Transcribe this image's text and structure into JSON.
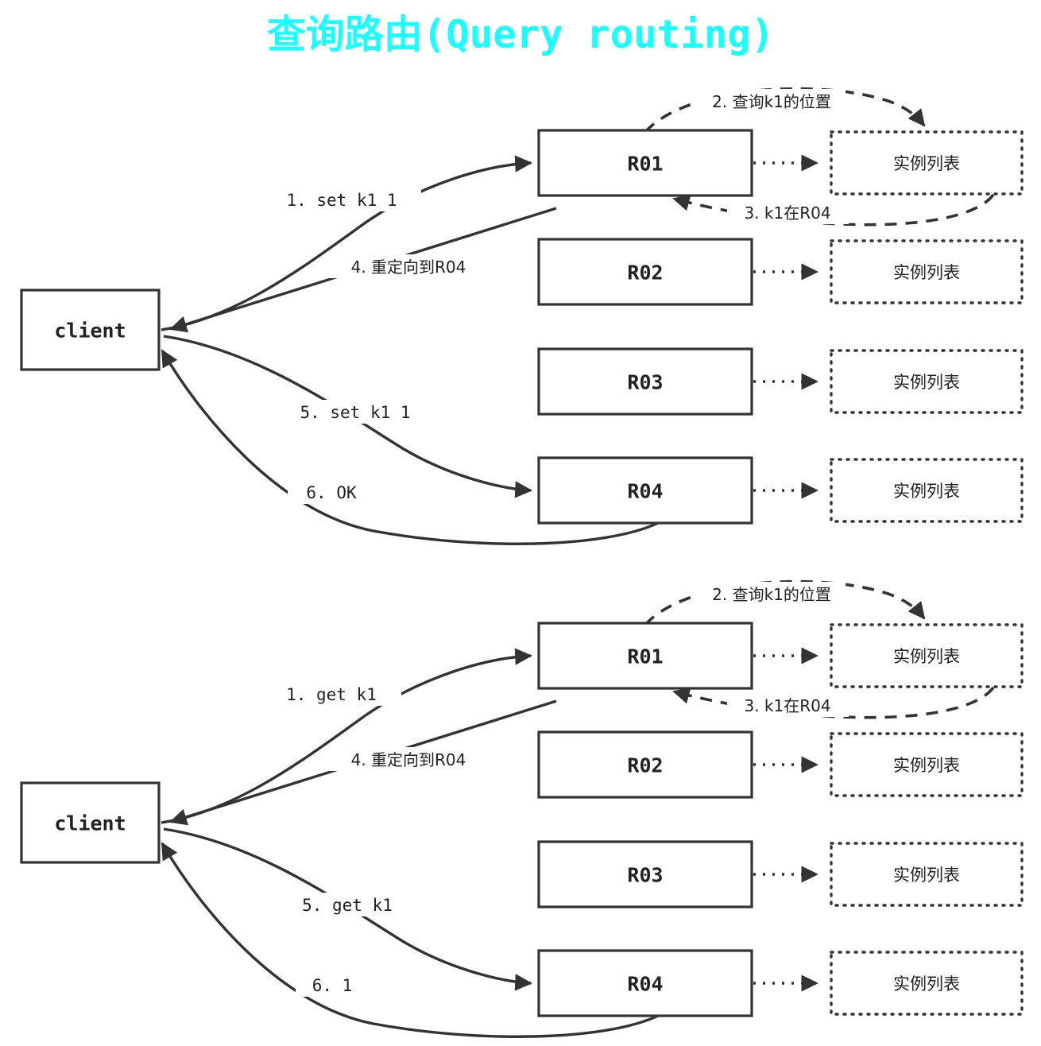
{
  "title": "查询路由(Query routing)",
  "colors": {
    "title": "#19ffff",
    "stroke": "#333333",
    "background": "#ffffff",
    "text": "#222222"
  },
  "diagram": {
    "type": "flow-sequence",
    "panels": [
      {
        "id": "write-flow",
        "client": {
          "label": "client"
        },
        "nodes": [
          {
            "id": "r01",
            "label": "R01"
          },
          {
            "id": "r02",
            "label": "R02"
          },
          {
            "id": "r03",
            "label": "R03"
          },
          {
            "id": "r04",
            "label": "R04"
          }
        ],
        "instance_lists": [
          {
            "label": "实例列表"
          },
          {
            "label": "实例列表"
          },
          {
            "label": "实例列表"
          },
          {
            "label": "实例列表"
          }
        ],
        "edges": [
          {
            "step": 1,
            "label": "1. set k1 1",
            "from": "client",
            "to": "r01",
            "style": "solid"
          },
          {
            "step": 2,
            "label": "2. 查询k1的位置",
            "from": "r01",
            "to": "instance-list-1",
            "style": "dashed"
          },
          {
            "step": 3,
            "label": "3. k1在R04",
            "from": "instance-list-1",
            "to": "r01",
            "style": "dashed"
          },
          {
            "step": 4,
            "label": "4. 重定向到R04",
            "from": "r01",
            "to": "client",
            "style": "solid"
          },
          {
            "step": 5,
            "label": "5. set k1 1",
            "from": "client",
            "to": "r04",
            "style": "solid"
          },
          {
            "step": 6,
            "label": "6. OK",
            "from": "r04",
            "to": "client",
            "style": "solid"
          }
        ],
        "link_edges_label": "",
        "link_style": "dotted"
      },
      {
        "id": "read-flow",
        "client": {
          "label": "client"
        },
        "nodes": [
          {
            "id": "r01",
            "label": "R01"
          },
          {
            "id": "r02",
            "label": "R02"
          },
          {
            "id": "r03",
            "label": "R03"
          },
          {
            "id": "r04",
            "label": "R04"
          }
        ],
        "instance_lists": [
          {
            "label": "实例列表"
          },
          {
            "label": "实例列表"
          },
          {
            "label": "实例列表"
          },
          {
            "label": "实例列表"
          }
        ],
        "edges": [
          {
            "step": 1,
            "label": "1. get k1",
            "from": "client",
            "to": "r01",
            "style": "solid"
          },
          {
            "step": 2,
            "label": "2. 查询k1的位置",
            "from": "r01",
            "to": "instance-list-1",
            "style": "dashed"
          },
          {
            "step": 3,
            "label": "3. k1在R04",
            "from": "instance-list-1",
            "to": "r01",
            "style": "dashed"
          },
          {
            "step": 4,
            "label": "4. 重定向到R04",
            "from": "r01",
            "to": "client",
            "style": "solid"
          },
          {
            "step": 5,
            "label": "5. get k1",
            "from": "client",
            "to": "r04",
            "style": "solid"
          },
          {
            "step": 6,
            "label": "6. 1",
            "from": "r04",
            "to": "client",
            "style": "solid"
          }
        ],
        "link_edges_label": "",
        "link_style": "dotted"
      }
    ]
  }
}
